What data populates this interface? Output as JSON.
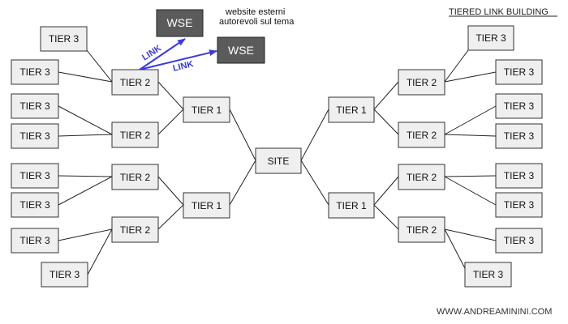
{
  "title": "TIERED LINK BUILDING",
  "footer": "WWW.ANDREAMININI.COM",
  "site_label": "SITE",
  "tier1_label": "TIER 1",
  "tier2_label": "TIER 2",
  "tier3_label": "TIER 3",
  "wse_label": "WSE",
  "link_label": "LINK",
  "note_lines": [
    "website esterni",
    "autorevoli sul tema"
  ],
  "colors": {
    "link": "#3a3ae0",
    "wse_fill": "#5b5b5b",
    "box_fill": "#efefef"
  }
}
